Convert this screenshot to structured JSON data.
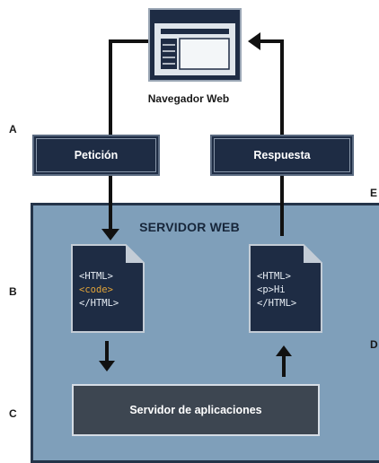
{
  "browser": {
    "label": "Navegador Web"
  },
  "request": {
    "label": "Petición"
  },
  "response": {
    "label": "Respuesta"
  },
  "server": {
    "title": "SERVIDOR WEB"
  },
  "app_server": {
    "label": "Servidor de aplicaciones"
  },
  "doc_left": {
    "line1": "<HTML>",
    "line2": "<code>",
    "line3": "</HTML>"
  },
  "doc_right": {
    "line1": "<HTML>",
    "line2": "<p>Hi",
    "line3": "</HTML>"
  },
  "side_labels": {
    "a": "A",
    "b": "B",
    "c": "C",
    "d": "D",
    "e": "E"
  },
  "colors": {
    "navy": "#1e2c44",
    "server_bg": "#7f9fba",
    "app_box": "#3d4651",
    "code_highlight": "#e0a339"
  }
}
